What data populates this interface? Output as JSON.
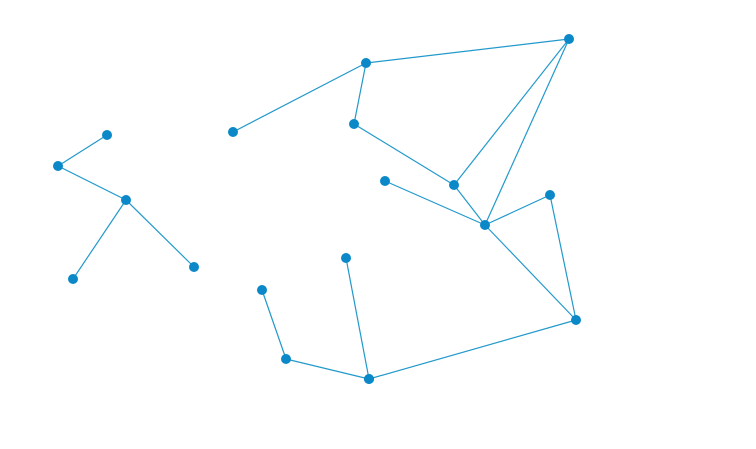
{
  "graph": {
    "node_color": "#0a88c8",
    "edge_color": "#2299cc",
    "nodes": [
      {
        "id": "n1"
      },
      {
        "id": "n2"
      },
      {
        "id": "n3"
      },
      {
        "id": "n4"
      },
      {
        "id": "n5"
      },
      {
        "id": "n6"
      },
      {
        "id": "n7"
      },
      {
        "id": "n8"
      },
      {
        "id": "n9"
      },
      {
        "id": "n10"
      },
      {
        "id": "n11"
      },
      {
        "id": "n12"
      },
      {
        "id": "n13"
      },
      {
        "id": "n14"
      },
      {
        "id": "n15"
      },
      {
        "id": "n16"
      },
      {
        "id": "n17"
      },
      {
        "id": "n18"
      },
      {
        "id": "n19"
      }
    ],
    "edges": [
      [
        "n1",
        "n2"
      ],
      [
        "n2",
        "n3"
      ],
      [
        "n3",
        "n4"
      ],
      [
        "n3",
        "n5"
      ],
      [
        "n6",
        "n7"
      ],
      [
        "n7",
        "n8"
      ],
      [
        "n7",
        "n9"
      ],
      [
        "n9",
        "n10"
      ],
      [
        "n10",
        "n12"
      ],
      [
        "n9",
        "n12"
      ],
      [
        "n11",
        "n12"
      ],
      [
        "n12",
        "n13"
      ],
      [
        "n13",
        "n14"
      ],
      [
        "n12",
        "n14"
      ],
      [
        "n14",
        "n15"
      ],
      [
        "n15",
        "n16"
      ],
      [
        "n16",
        "n19"
      ],
      [
        "n17",
        "n18"
      ],
      [
        "n18",
        "n16"
      ],
      [
        "n10",
        "n8"
      ]
    ]
  }
}
